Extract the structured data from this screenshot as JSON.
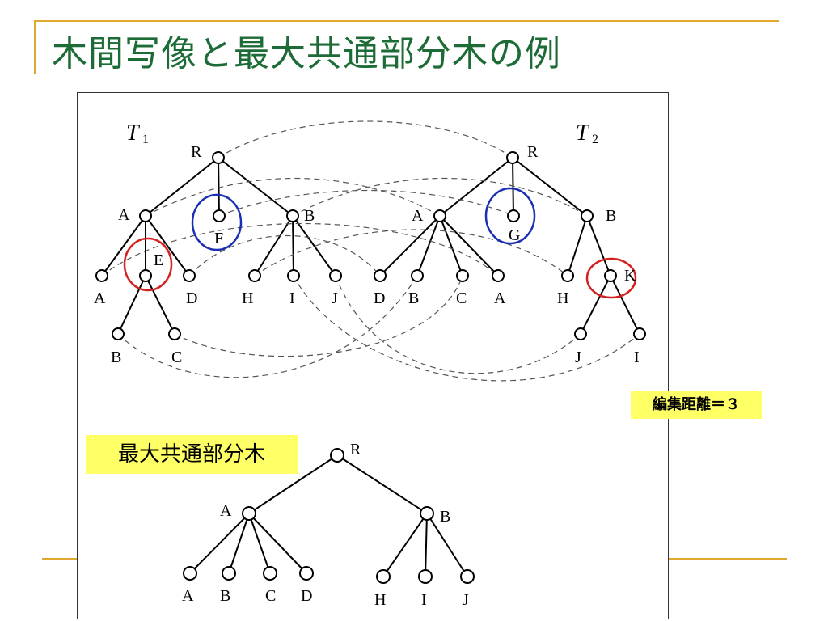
{
  "slide": {
    "title": "木間写像と最大共通部分木の例",
    "accent_color": "#e0a82e",
    "title_color": "#1d6b36"
  },
  "tags": {
    "edit_distance": "編集距離＝３",
    "max_common_subtree": "最大共通部分木",
    "tag_color": "#ffff66"
  },
  "diagram": {
    "tree1_title": "T",
    "tree1_subscript": "1",
    "tree2_title": "T",
    "tree2_subscript": "2",
    "tree1_labels": {
      "root": "R",
      "a": "A",
      "f": "F",
      "b": "B",
      "a_leaf": "A",
      "e": "E",
      "d": "D",
      "h": "H",
      "i": "I",
      "j": "J",
      "b_leaf": "B",
      "c": "C"
    },
    "tree2_labels": {
      "root": "R",
      "a": "A",
      "g": "G",
      "b": "B",
      "d": "D",
      "b_leaf": "B",
      "c": "C",
      "a_leaf": "A",
      "h": "H",
      "k": "K",
      "j": "J",
      "i": "I"
    },
    "common_tree_labels": {
      "root": "R",
      "a": "A",
      "b": "B",
      "a_leaf": "A",
      "b_leaf": "B",
      "c": "C",
      "d": "D",
      "h": "H",
      "i": "I",
      "j": "J"
    },
    "highlight_colors": {
      "relabeled": "#1a2fb3",
      "deleted_inserted": "#d42020"
    }
  }
}
